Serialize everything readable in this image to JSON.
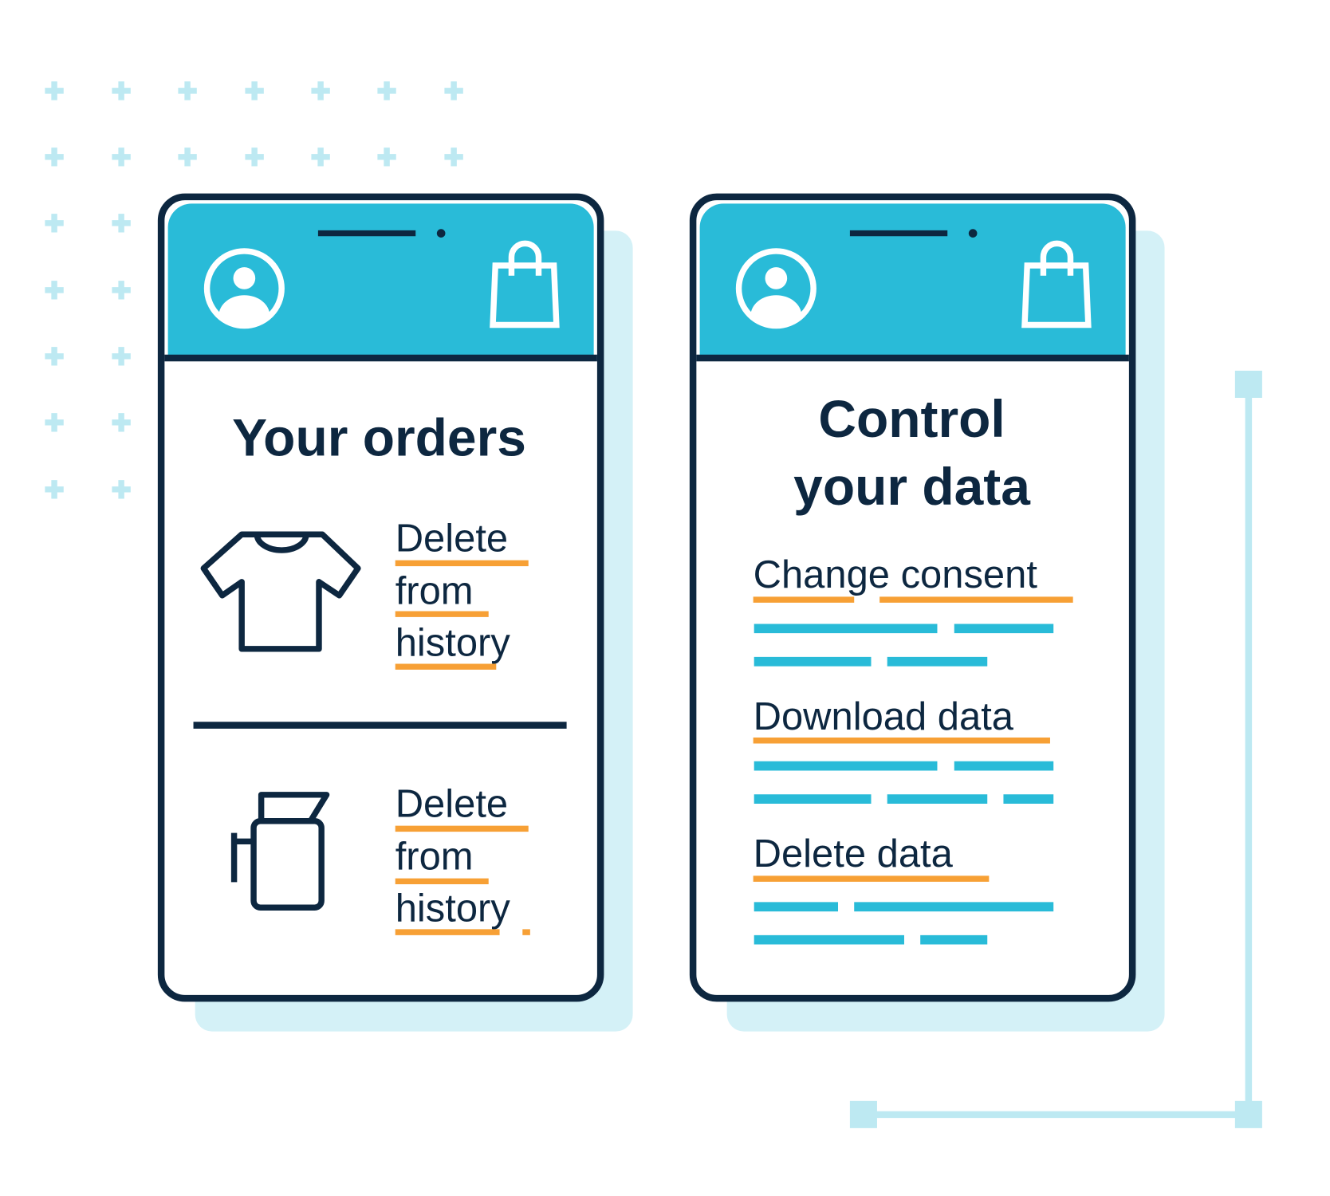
{
  "colors": {
    "navy": "#0d2740",
    "cyan": "#29bbd8",
    "light": "#d4f1f7",
    "orange": "#f7a035"
  },
  "orders_phone": {
    "title": "Your orders",
    "items": [
      {
        "icon": "tshirt-icon",
        "lines": [
          "Delete",
          "from",
          "history"
        ]
      },
      {
        "icon": "jug-icon",
        "lines": [
          "Delete",
          "from",
          "history"
        ]
      }
    ]
  },
  "data_phone": {
    "title_line1": "Control",
    "title_line2": "your data",
    "links": [
      "Change consent",
      "Download data",
      "Delete data"
    ]
  }
}
